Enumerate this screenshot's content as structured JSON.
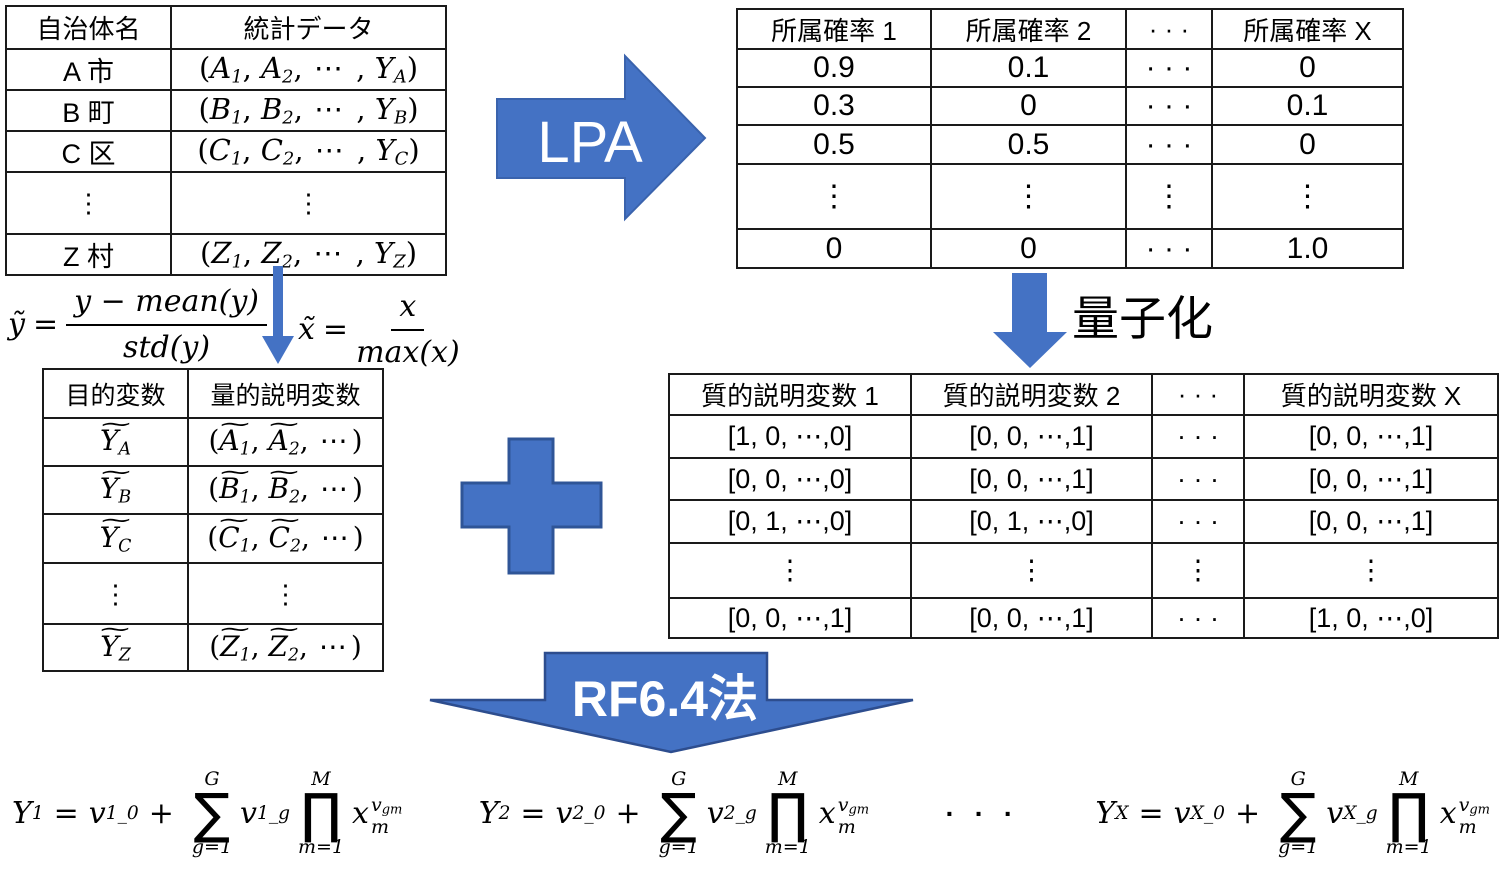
{
  "colors": {
    "shape_blue": "#4472C4",
    "shape_border": "#2F5597",
    "table_border": "#1a1a1a",
    "background": "#ffffff",
    "arrow_text": "#ffffff",
    "text": "#000000"
  },
  "labels": {
    "lpa": "LPA",
    "quantization": "量子化",
    "rf_method": "RF6.4法"
  },
  "source_table": {
    "headers": [
      "自治体名",
      "統計データ"
    ],
    "rows": [
      {
        "name": "A 市",
        "letter": "A"
      },
      {
        "name": "B 町",
        "letter": "B"
      },
      {
        "name": "C 区",
        "letter": "C"
      },
      {
        "vdots": true
      },
      {
        "name": "Z 村",
        "letter": "Z"
      }
    ]
  },
  "prob_table": {
    "headers": [
      "所属確率 1",
      "所属確率 2",
      "· · ·",
      "所属確率 X"
    ],
    "rows": [
      [
        "0.9",
        "0.1",
        "· · ·",
        "0"
      ],
      [
        "0.3",
        "0",
        "· · ·",
        "0.1"
      ],
      [
        "0.5",
        "0.5",
        "· · ·",
        "0"
      ],
      [
        "⋮",
        "⋮",
        "⋮",
        "⋮"
      ],
      [
        "0",
        "0",
        "· · ·",
        "1.0"
      ]
    ]
  },
  "normalize": {
    "y_lhs": "ỹ",
    "y_num": "y − mean(y)",
    "y_den": "std(y)",
    "x_lhs": "x̃",
    "x_num": "x",
    "x_den": "max(x)"
  },
  "target_table": {
    "headers": [
      "目的変数",
      "量的説明変数"
    ],
    "rows": [
      {
        "sub": "A",
        "letter": "A"
      },
      {
        "sub": "B",
        "letter": "B"
      },
      {
        "sub": "C",
        "letter": "C"
      },
      {
        "vdots": true
      },
      {
        "sub": "Z",
        "letter": "Z"
      }
    ]
  },
  "qual_table": {
    "headers": [
      "質的説明変数 1",
      "質的説明変数 2",
      "· · ·",
      "質的説明変数 X"
    ],
    "rows": [
      [
        "[1, 0, ⋯,0]",
        "[0, 0, ⋯,1]",
        "· · ·",
        "[0, 0, ⋯,1]"
      ],
      [
        "[0, 0, ⋯,0]",
        "[0, 0, ⋯,1]",
        "· · ·",
        "[0, 0, ⋯,1]"
      ],
      [
        "[0, 1, ⋯,0]",
        "[0, 1, ⋯,0]",
        "· · ·",
        "[0, 0, ⋯,1]"
      ],
      [
        "⋮",
        "⋮",
        "⋮",
        "⋮"
      ],
      [
        "[0, 0, ⋯,1]",
        "[0, 0, ⋯,1]",
        "· · ·",
        "[1, 0, ⋯,0]"
      ]
    ]
  },
  "equations": {
    "sum_top": "G",
    "sum_bottom": "g=1",
    "prod_top": "M",
    "prod_bottom": "m=1",
    "x_base": "x",
    "x_sub": "m",
    "exp_base": "v",
    "exp_sub": "gm",
    "separator": "· · ·",
    "items": [
      {
        "y_sub": "1",
        "v0_sub": "1_0",
        "vg_sub": "1_g"
      },
      {
        "y_sub": "2",
        "v0_sub": "2_0",
        "vg_sub": "2_g"
      },
      {
        "y_sub": "X",
        "v0_sub": "X_0",
        "vg_sub": "X_g"
      }
    ]
  },
  "ops": {
    "eq": "=",
    "plus": "+",
    "sum": "∑",
    "prod": "∏",
    "cdots": "⋯"
  }
}
